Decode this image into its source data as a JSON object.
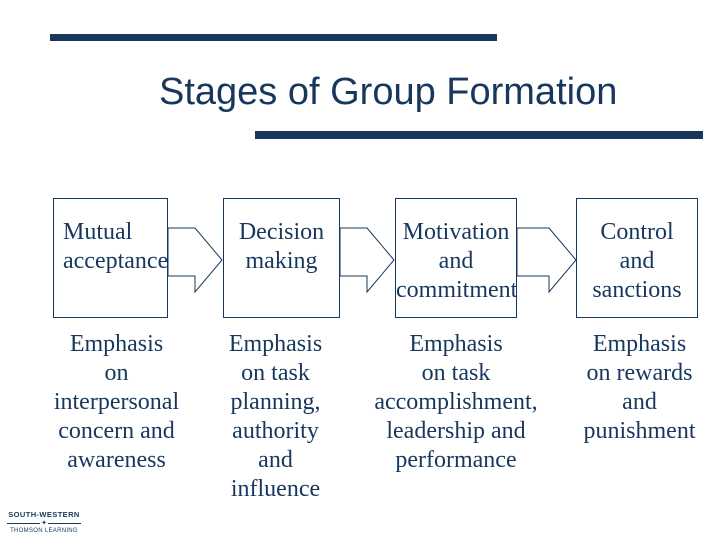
{
  "title": "Stages of Group Formation",
  "colors": {
    "navy": "#17375D",
    "background": "#FFFFFF"
  },
  "stages": [
    {
      "label_lines": [
        "Mutual",
        "acceptance"
      ],
      "emphasis_lines": [
        "Emphasis",
        "on",
        "interpersonal",
        "concern and",
        "awareness"
      ]
    },
    {
      "label_lines": [
        "Decision",
        "making"
      ],
      "emphasis_lines": [
        "Emphasis",
        "on task",
        "planning,",
        "authority",
        "and",
        "influence"
      ]
    },
    {
      "label_lines": [
        "Motivation",
        "and",
        "commitment"
      ],
      "emphasis_lines": [
        "Emphasis",
        "on task",
        "accomplishment,",
        "leadership and",
        "performance"
      ]
    },
    {
      "label_lines": [
        "Control",
        "and",
        "sanctions"
      ],
      "emphasis_lines": [
        "Emphasis",
        "on rewards",
        "and",
        "punishment"
      ]
    }
  ],
  "logo": {
    "line1": "SOUTH-WESTERN",
    "star": "✦",
    "line2": "THOMSON LEARNING"
  }
}
